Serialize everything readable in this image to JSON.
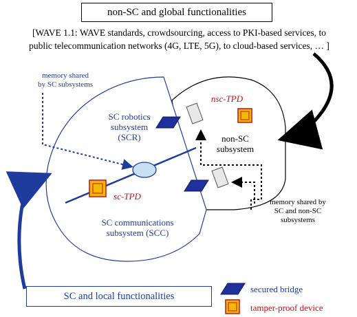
{
  "top_box": {
    "label": "non-SC and global functionalities"
  },
  "wave": {
    "line1": "[WAVE 1.1: WAVE standards, crowdsourcing, access to PKI-based services, to",
    "line2": "public telecommunication  networks (4G, LTE, 5G), to cloud-based services, … ]"
  },
  "memory_sc": {
    "line1": "memory shared",
    "line2": "by SC subsystems"
  },
  "scr": {
    "line1": "SC robotics",
    "line2": "subsystem",
    "line3": "(SCR)"
  },
  "nsc_tpd": {
    "label": "nsc-TPD"
  },
  "non_sc": {
    "line1": "non-SC",
    "line2": "subsystem"
  },
  "sc_tpd": {
    "label": "sc-TPD"
  },
  "scc": {
    "line1": "SC communications",
    "line2": "subsystem (SCC)"
  },
  "memory_both": {
    "line1": "memory shared by",
    "line2": "SC and non-SC",
    "line3": "subsystems"
  },
  "local_box": {
    "label": "SC and local functionalities"
  },
  "legend": {
    "bridge_label": "secured bridge",
    "tpd_label": "tamper-proof device"
  },
  "colors": {
    "sc_blue": "#1f3c9c",
    "tpd_fill": "#f5b800",
    "tpd_border": "#c0141a",
    "bridge_fill": "#1f2f9c",
    "memory_fill": "#c8e0f4"
  }
}
